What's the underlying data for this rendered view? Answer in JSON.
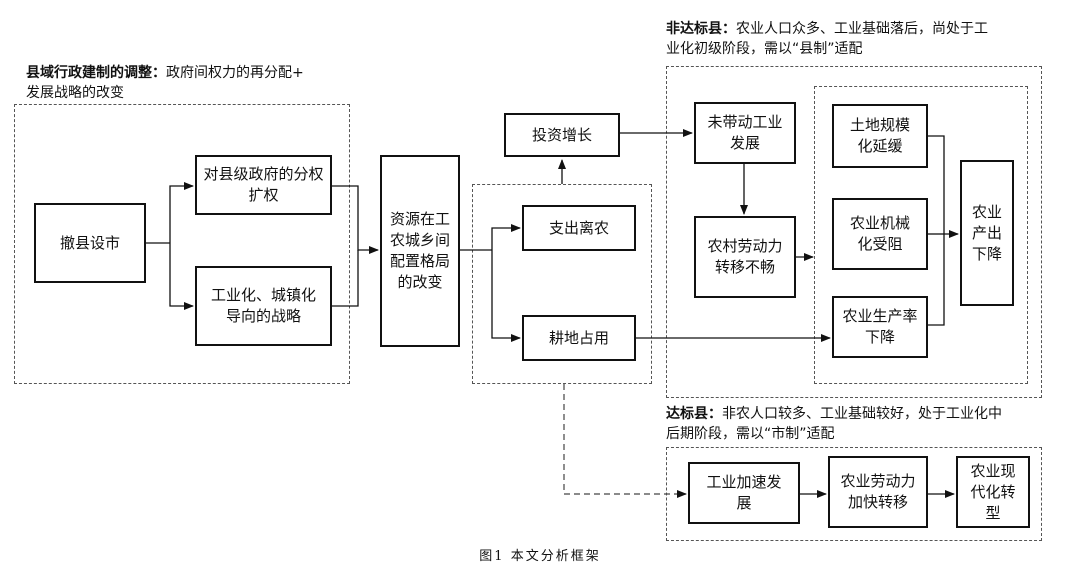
{
  "left_note": {
    "title": "县域行政建制的调整：",
    "line1_rest": "政府间权力的再分配+",
    "line2": "发展战略的改变"
  },
  "top_note": {
    "title": "非达标县：",
    "line1_rest": "农业人口众多、工业基础落后，尚处于工",
    "line2": "业化初级阶段，需以“县制”适配"
  },
  "bottom_note": {
    "title": "达标县：",
    "line1_rest": "非农人口较多、工业基础较好，处于工业化中",
    "line2": "后期阶段，需以“市制”适配"
  },
  "boxes": {
    "chexian": "撤县设市",
    "kuoquan": "对县级政府的分权扩权",
    "zhanlue": "工业化、城镇化导向的战略",
    "ziyuan": "资源在工农城乡间配置格局的改变",
    "touzi": "投资增长",
    "zhichu": "支出离农",
    "gengdi": "耕地占用",
    "weidai": "未带动工业发展",
    "laodong": "农村劳动力转移不畅",
    "tudi": "土地规模化延缓",
    "jixie": "农业机械化受阻",
    "shengchan": "农业生产率下降",
    "chanchu": "农业产出下降",
    "gongye": "工业加速发展",
    "jiakuai": "农业劳动力加快转移",
    "xiandai": "农业现代化转型"
  },
  "caption": "图1 本文分析框架"
}
